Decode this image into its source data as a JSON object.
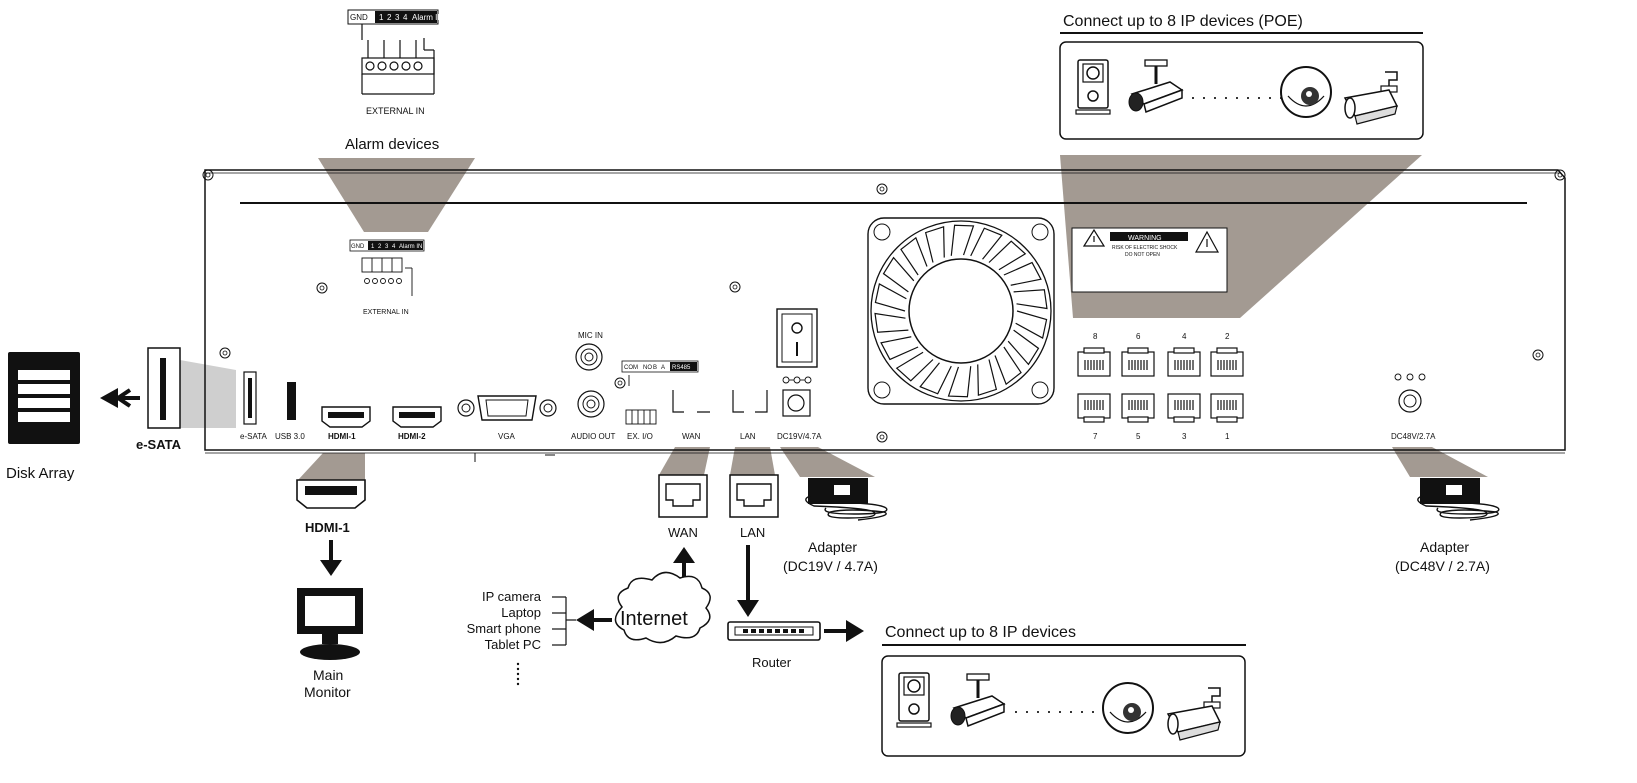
{
  "alarm_connector": {
    "top_header": [
      "GND",
      "1",
      "2",
      "3",
      "4",
      "Alarm IN"
    ],
    "top_caption": "EXTERNAL IN",
    "title": "Alarm devices",
    "panel_header": [
      "GND",
      "1",
      "2",
      "3",
      "4",
      "Alarm IN"
    ],
    "panel_caption": "EXTERNAL IN"
  },
  "poe_group": {
    "title": "Connect up to 8 IP devices (POE)"
  },
  "warning_label": {
    "header": "WARNING",
    "lines": [
      "RISK OF ELECTRIC SHOCK",
      "DO NOT OPEN"
    ]
  },
  "rear_panel": {
    "ports": {
      "esata": "e-SATA",
      "usb": "USB 3.0",
      "hdmi1": "HDMI-1",
      "hdmi2": "HDMI-2",
      "vga": "VGA",
      "mic_in": "MIC IN",
      "audio_out": "AUDIO OUT",
      "rs485_header": [
        "COM",
        "NO",
        "B",
        "A",
        "RS485"
      ],
      "ext_io": "EX. I/O",
      "wan": "WAN",
      "lan": "LAN",
      "dc19": "DC19V/4.7A",
      "dc48": "DC48V/2.7A"
    },
    "poe_top_numbers": [
      "8",
      "6",
      "4",
      "2"
    ],
    "poe_bottom_numbers": [
      "7",
      "5",
      "3",
      "1"
    ]
  },
  "left": {
    "disk_array": "Disk Array",
    "esata_label": "e-SATA"
  },
  "hdmi_out": {
    "label": "HDMI-1",
    "monitor_lines": [
      "Main",
      "Monitor"
    ]
  },
  "network": {
    "wan_label": "WAN",
    "lan_label": "LAN",
    "internet": "Internet",
    "router": "Router",
    "clients": [
      "IP camera",
      "Laptop",
      "Smart phone",
      "Tablet PC"
    ],
    "ellipsis": "⋮"
  },
  "adapter1": {
    "title": "Adapter",
    "spec": "(DC19V / 4.7A)"
  },
  "adapter2": {
    "title": "Adapter",
    "spec": "(DC48V / 2.7A)"
  },
  "ip_group": {
    "title": "Connect up to 8 IP devices"
  },
  "colors": {
    "shade": "#a39a92",
    "shade_light": "#cfcfcf",
    "line": "#111111"
  }
}
